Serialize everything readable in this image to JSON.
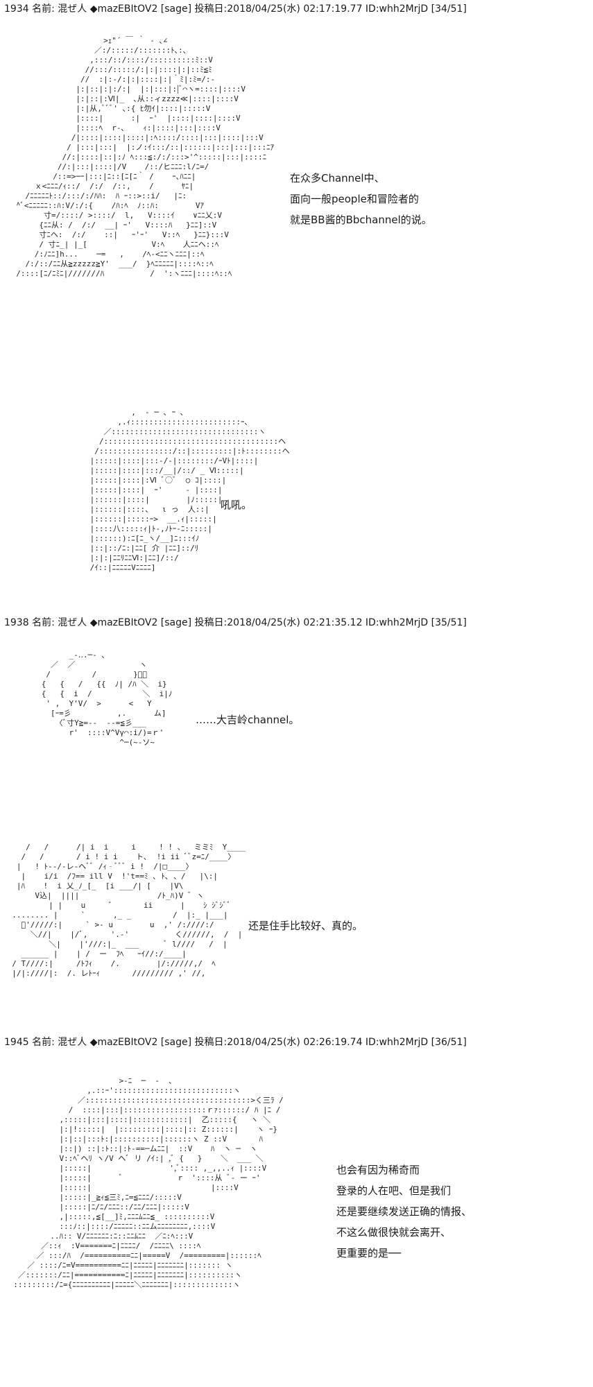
{
  "posts": [
    {
      "header": "1934 名前: 混ぜ人 ◆mazEBItOV2 [sage] 投稿日:2018/04/25(水) 02:17:19.77 ID:whh2MrjD [34/51]",
      "scenes": [
        {
          "art": [
            "                     >ｪ\"´ ￣ ｀ ‐ ､∠",
            "                   ／:/:::::/:::::::ﾄ､:､",
            "                  ,:::/::/::::/::::::::::ﾐ::V",
            "                 //:::/:::::/:|:|::::|:|::ﾐ≦ﾐ",
            "                //  :|:-/:|:|::::|:|｀ﾐ|:ﾐ=/:-",
            "               |:|::|:|:/:|  |:|:::|:|ﾞ⌒ヽ=::::|::::V",
            "               |:|::|:Ⅵ|_  ､从::ィzzzz≪|::::|::::V",
            "               |:|从,ﾞﾞﾞ' ､:{ ﾋ勿ｲ|::::|:::::V",
            "               |::::|      :|  ｰ'  |::::|::::|::::V",
            "               |::::ﾍ  r‐､    ｨ:|::::|:::|::::V",
            "              /|::::|::::|::::|:ﾍ::::/::::|:::|::::|:::V",
            "             / |:::|:::|  |:ノ:ｲ:::/::|::::::|:::|:::|:::ﾆｱ",
            "            //:|::::|::|:ﾉ ﾍ:::≦:/:/:::>'^:::::|:::|::::ﾆ",
            "           //:|:::|::::|/V    /::/ヒﾆﾆﾆ:l/ﾆ=/",
            "          /::=>─ｰ|:::|ﾆ::[ﾆ[ﾆ｀ /    ｰ､ﾊﾆﾆ|",
            "      ｘ<ﾆﾆﾆ/ｨ::/  /:/  /::,    /      ﾔﾆ|",
            "    /ﾆﾆﾆﾆﾆﾄ::/:::/:/ﾊﾊ:  ﾊ ｰ::>::i/   |ﾆ:",
            "  ^ﾞ<ﾆﾆﾆﾆﾆ::ﾊ:V/:/:{    /ﾊ:ﾍ  ﾉ::ﾊ:        Vｱ",
            "        寸=/::::/ >::::/  l,   V::::ｲ    ∨ﾆﾆ乂:V",
            "       {ﾆﾆ从: /  /:/  __| ｰ'   V::::ﾊ   }ﾆﾆ]::V",
            "       寸ﾆヘ:  /:/    ::|   ｰ'ｰ'   V::ﾍ   }ﾆﾆ}:::V",
            "       / 寸ﾆ_| |_[              V:ﾍ    人ﾆﾆヘ::ﾍ",
            "      /:ﾉﾆﾆ]h...    ─=   ,    /ﾍ‐<ﾆﾆヽﾆﾆﾆ|::ﾍ",
            "    /:/::/ﾆﾆ从≧zzzzz≧Y'  ___/  }ﾍﾆﾆﾆﾆﾆ|::::ﾍ::ﾍ",
            "  /::::[ﾆ/ﾆﾐﾆ|///////ﾊ          /  ':ヽﾆﾆﾆ|::::ﾍ::ﾍ"
          ],
          "lines": [
            "在众多Channel中、",
            "面向一般people和冒险者的",
            "就是BB酱的Bbchannel的说。"
          ]
        },
        {
          "art": [
            "                  ,  ‐ ─ ､ ｰ ､",
            "               ,.ｨ::::::::::::::::::::::::ｰ､",
            "            ／::::::::::::::::::::::::::::::::ヽ",
            "           /::::::::::::::::::::::::::::::::::::::ヘ",
            "          /::::::::::::::::/::|:::::::::|:ﾄ::::::::ヘ",
            "         |:::::|::::|:::‐/-|::::::::/ｰVﾄ|::::|",
            "         |:::::|::::|:::/__|/::/ _ Ⅵ:::::|",
            "         |:::::|::::|:Ⅵ ﾞ○ﾞ  ○ ｺ|::::|",
            "         |:::::|::::|  ｰ'     ‐ |::::|",
            "         |::::::|::::|        |ﾉ:::::|",
            "         |::::::|::::、  ι っ  人::|",
            "         |::::::|:::::ｰ>  __.ｨ|:::::|",
            "         |::::八:::::ｨ|ﾄ-,ﾉﾄｰ-ﾆ:::::|",
            "         |::::::):ﾆ[ﾆ_ヽ/__]ﾆ:::ｲﾉ",
            "         |::|::/ﾆ:|ﾆﾆ[ 介 |ﾆﾆ]::/ﾘ",
            "         |:|:|ﾆﾆﾘﾆﾆⅥ:|ﾆﾆ]/::/",
            "         /ｲ::|ﾆﾆﾆﾆﾆVﾆﾆﾆﾆ]"
          ],
          "lines": [
            "吼吼。"
          ]
        }
      ]
    },
    {
      "header": "1938 名前: 混ぜ人 ◆mazEBItOV2 [sage] 投稿日:2018/04/25(水) 02:21:35.12 ID:whh2MrjD [35/51]",
      "scenes": [
        {
          "art": [
            "            _‐‥.─‐ ､",
            "        ／  ／              ヽ",
            "       /         /        }ﾞ〉",
            "      {   {   /   {{  ﾉ| /ﾊ ＼  i}",
            "      {   {  i  /           ＼  i|ﾉ",
            "       ' ,  Y'V/  >      <   Y",
            "        [ｰ=彡          ,.      ム]",
            "         〈ﾞ寸Y≧=-‐  -‐=≦彡___",
            "            r'  ::::V^Vγ⌒:i/)=ｒ'",
            "                       ^─(~‐ソ~"
          ],
          "lines": [
            "……大吉岭channel。"
          ]
        },
        {
          "art": [
            "     /   /      /| i  i     i     ! ! 、  ミミﾐ  Y____",
            "    /   /       / i ! i i    ト､  !i ii ﾞﾞz=ﾆ/____〉",
            "   |   ! ﾄ‐‐/‐レ‐ヘﾞﾞ /ｨ‐ﾞﾞﾞ i !  /|□____〉",
            "    |    i/i  /ﾌ== ill V  !'t==ﾐ ､ ﾄ､ 、/   |\\:|",
            "   |ﾊ    !  i 乂_ﾉ_[_  [i ___/| [    |V\\",
            "       V込|  ||||                 /ﾄ_ﾊ)V ﾞ ヽ",
            "          | |    u     ゛      ii      |    ｼ ｼﾞｼﾞﾞ",
            "  ........ |     `      ,_ _         /  |:_ |___|",
            "    ﾞ'/////:|     ` >- u        u  ,' /:////:/",
            "      ＼//|    |/ﾞ,     '.-'          く//////,  /  |",
            "          ＼|    |'///:|_  ___      ﾞ l////   /  |",
            "    ______ |    | /  ー  ﾌﾍ   ｰｲ//:/____|",
            "  / T////:|     /ﾄﾌｨ    /.        |/://///,/  ﾍ",
            "  |/|:////|:  /. レﾄｰｨ       ///////// ,' //,"
          ],
          "lines": [
            "还是住手比较好、真的。"
          ]
        }
      ]
    },
    {
      "header": "1945 名前: 混ぜ人 ◆mazEBItOV2 [sage] 投稿日:2018/04/25(水) 02:26:19.74 ID:whh2MrjD [36/51]",
      "scenes": [
        {
          "art": [
            "                         >‐ﾆ  ─  ‐  ､",
            "                  ,.::ｰ'::::::::::::::::::::::::::ヽ",
            "                ／::::::::::::::::::::::::::::::::::::>く三ﾗ /",
            "              /  ::::|:::|::::::::::::::::::ｒｧ::::::/ ﾊ |ﾆ /",
            "            ,:::::|:::|::::|::::::::::::|  乙:::::{   ヽ ＼",
            "            |:|!:::::|  |:::::::::|::::|:: Z::::::|    ヽ ｰ}",
            "            |:|::|:::ﾄ:|::::::::::|::::::ヽ Z ::V       ﾊ",
            "            |::|) ::|:ﾄ::|:ﾄ-==─ムﾆﾆ|  ::V    ﾊ  ヽ ─  ヽ",
            "            V::ﾍﾞヘﾘ ヽ/V ヘﾞ リ /ｲ:| ,ﾞ {   }    ＼  ___ ＼",
            "            |:::::|                 ',ﾞ:::: ,_,,..ｨ |::::V",
            "            |:::::|      ﾞ            r  '::::从 ﾞ‐ ー ｰ'",
            "            |:::::|                          |::::V",
            "            |:::::|_≧ｨ≦三ﾐ,ﾆ=≦ﾆﾆﾆ/:::::V",
            "            |:::::|ﾆ/ﾆ/ﾆﾆﾆ::/ﾆﾆ/ﾆﾆﾆ|:::::V",
            "            ,|:::::,≦[__]ﾐ,ﾆﾆﾆﾑﾆﾆ≦_ ::::::::::V",
            "            :::ﾉ::|::::/ﾆﾆﾆﾆﾆ::ﾆﾆムﾆﾆﾆﾆﾆﾆﾆﾆ,::::V",
            "          ..ﾊ:: V/ﾆﾆﾆﾆﾆﾆ:ﾆ::ﾆﾆﾑﾆﾆ  ／ﾆ:ﾍ:::V",
            "        ／::ｨ  :V=======ﾆ|ﾆﾆﾆﾆ/  /ﾆﾆﾆﾆ\\ ::::ﾍ",
            "       ／ :::/ﾊ  /==========ﾆﾆ|=====V  /=========|::::::ﾍ",
            "     ／ ::::/ﾆ=V==========ﾆﾆ|ﾆﾆﾆﾆﾆ|ﾆﾆﾆﾆﾆﾆﾆ|::::::: ヽ",
            "   ／:::::::/ﾆﾆ|===========ﾆ|ﾆﾆﾆﾆﾆ|ﾆﾆﾆﾆﾆﾆﾆ|::::::::::ヽ",
            "  :::::::::/ﾆ={ﾆﾆﾆﾆﾆﾆﾆﾆﾆﾆ|ﾆﾆﾆﾆﾆ＼ﾆﾆﾆﾆﾆﾆﾆ|:::::::::::::ヽ"
          ],
          "lines": [
            "也会有因为稀奇而",
            "登录的人在吧、但是我们",
            "还是要继续发送正确的情报、",
            "不这么做很快就会离开、",
            "更重要的是──"
          ]
        }
      ]
    }
  ]
}
